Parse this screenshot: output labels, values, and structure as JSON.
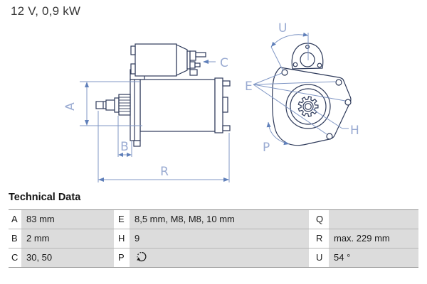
{
  "header": {
    "title": "12 V, 0,9 kW"
  },
  "drawing": {
    "labels": {
      "A": "A",
      "B": "B",
      "C": "C",
      "R": "R",
      "E": "E",
      "H": "H",
      "P": "P",
      "U": "U"
    }
  },
  "table": {
    "title": "Technical Data",
    "rows": [
      [
        {
          "key": "A",
          "value": "83 mm"
        },
        {
          "key": "E",
          "value": "8,5 mm, M8, M8, 10 mm"
        },
        {
          "key": "Q",
          "value": ""
        }
      ],
      [
        {
          "key": "B",
          "value": "2 mm"
        },
        {
          "key": "H",
          "value": "9"
        },
        {
          "key": "R",
          "value": "max. 229 mm"
        }
      ],
      [
        {
          "key": "C",
          "value": "30, 50"
        },
        {
          "key": "P",
          "value": "",
          "icon": "rotation-direction-icon"
        },
        {
          "key": "U",
          "value": "54 °"
        }
      ]
    ]
  },
  "colors": {
    "outline": "#2e3a5a",
    "dimension": "#8097c5",
    "dim_label": "#9aabd2",
    "cell_bg": "#dcdcdc",
    "text": "#1a1a1a"
  }
}
